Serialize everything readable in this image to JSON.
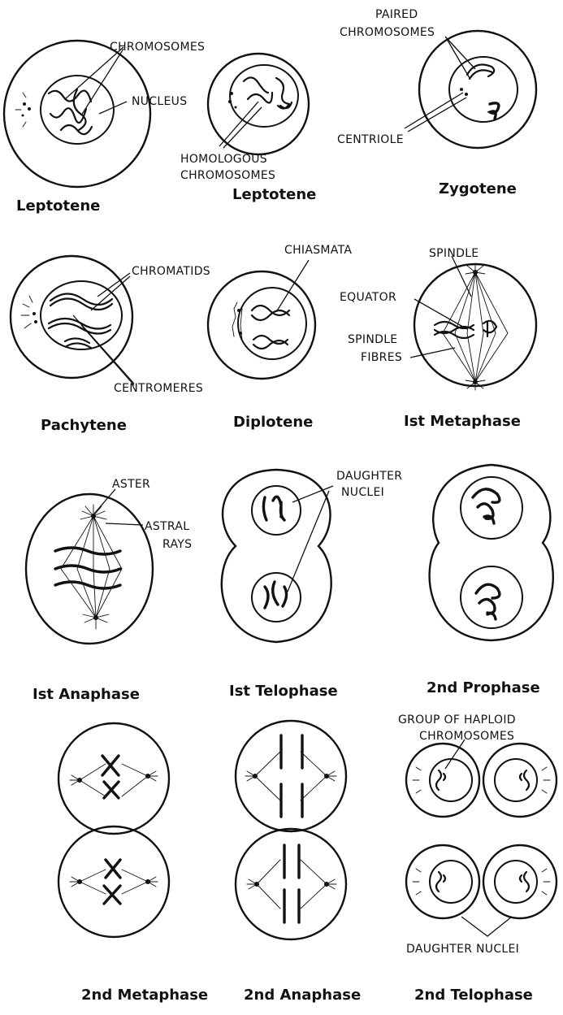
{
  "row1": {
    "leptotene_a": {
      "caption": "Leptotene",
      "label_chromosomes": "CHROMOSOMES",
      "label_nucleus": "NUCLEUS"
    },
    "leptotene_b": {
      "caption": "Leptotene",
      "label_homologous_1": "HOMOLOGOUS",
      "label_homologous_2": "CHROMOSOMES"
    },
    "zygotene": {
      "caption": "Zygotene",
      "label_paired_1": "PAIRED",
      "label_paired_2": "CHROMOSOMES",
      "label_centriole": "CENTRIOLE"
    }
  },
  "row2": {
    "pachytene": {
      "caption": "Pachytene",
      "label_chromatids": "CHROMATIDS",
      "label_centromeres": "CENTROMERES"
    },
    "diplotene": {
      "caption": "Diplotene",
      "label_chiasmata": "CHIASMATA"
    },
    "metaphase1": {
      "caption": "Ist Metaphase",
      "label_spindle": "SPINDLE",
      "label_equator": "EQUATOR",
      "label_spindle_fibres_1": "SPINDLE",
      "label_spindle_fibres_2": "FIBRES"
    }
  },
  "row3": {
    "anaphase1": {
      "caption": "Ist Anaphase",
      "label_aster": "ASTER",
      "label_astral_1": "ASTRAL",
      "label_astral_2": "RAYS"
    },
    "telophase1": {
      "caption": "Ist Telophase",
      "label_daughter_1": "DAUGHTER",
      "label_daughter_2": "NUCLEI"
    },
    "prophase2": {
      "caption": "2nd Prophase"
    }
  },
  "row4": {
    "metaphase2": {
      "caption": "2nd Metaphase"
    },
    "anaphase2": {
      "caption": "2nd Anaphase"
    },
    "telophase2": {
      "caption": "2nd Telophase",
      "label_group_1": "GROUP OF HAPLOID",
      "label_group_2": "CHROMOSOMES",
      "label_daughter": "DAUGHTER NUCLEI"
    }
  }
}
